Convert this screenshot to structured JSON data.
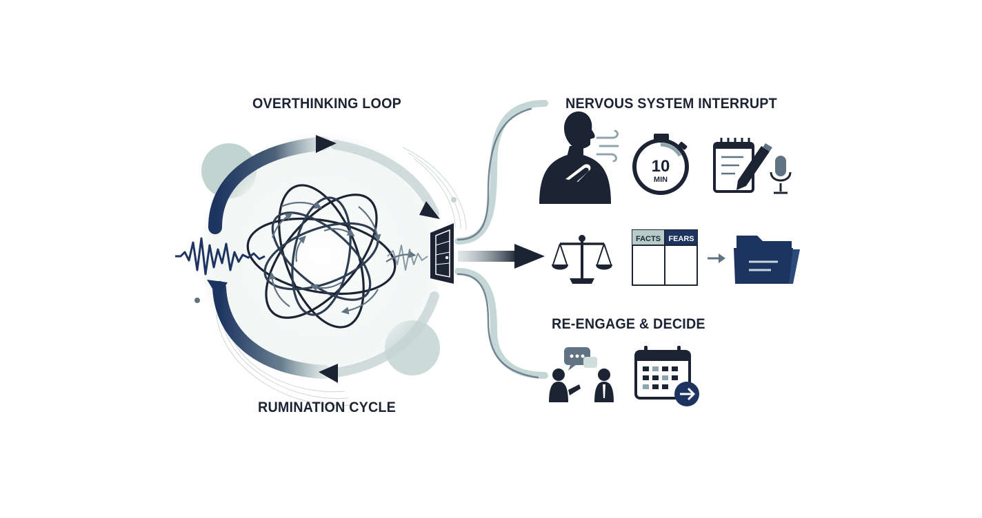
{
  "loop": {
    "top_label": "OVERTHINKING LOOP",
    "bottom_label": "RUMINATION CYCLE"
  },
  "stages": {
    "interrupt": {
      "label": "NERVOUS SYSTEM INTERRUPT"
    },
    "reengage": {
      "label": "RE-ENGAGE & DECIDE"
    }
  },
  "timer": {
    "number": "10",
    "unit": "MIN"
  },
  "table": {
    "left_header": "FACTS",
    "right_header": "FEARS"
  },
  "colors": {
    "navy": "#1d3461",
    "ink": "#1c2433",
    "slate": "#5f7382",
    "sage": "#8fb0a9",
    "mist": "#c9d8d6"
  }
}
